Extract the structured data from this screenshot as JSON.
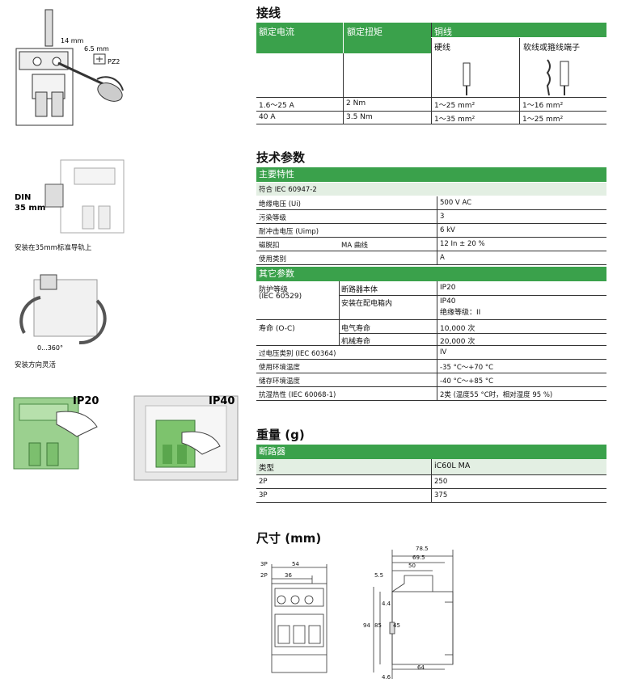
{
  "wiring": {
    "title": "接线",
    "col1": "额定电流",
    "col2": "额定扭矩",
    "col3": "铜线",
    "sub1": "硬线",
    "sub2": "软线或箍线端子",
    "rows": [
      {
        "current": "1.6～25 A",
        "torque": "2 Nm",
        "hard": "1～25 mm²",
        "soft": "1～16 mm²"
      },
      {
        "current": "40 A",
        "torque": "3.5 Nm",
        "hard": "1～35 mm²",
        "soft": "1～25 mm²"
      }
    ]
  },
  "left": {
    "wire_len": "14 mm",
    "screw_size": "6.5 mm",
    "pz": "PZ2",
    "din": "DIN",
    "din_mm": "35 mm",
    "caption1": "安装在35mm标准导轨上",
    "rotation": "0...360°",
    "caption2": "安装方向灵活",
    "ip20": "IP20",
    "ip40": "IP40"
  },
  "tech": {
    "title": "技术参数",
    "main_header": "主要特性",
    "standard": "符合 IEC 60947-2",
    "rows": [
      {
        "name": "绝缘电压 (Ui)",
        "sub": "",
        "value": "500 V AC"
      },
      {
        "name": "污染等级",
        "sub": "",
        "value": "3"
      },
      {
        "name": "耐冲击电压 (Uimp)",
        "sub": "",
        "value": "6 kV"
      },
      {
        "name": "磁脱扣",
        "sub": "MA 曲线",
        "value": "12 In ± 20 %"
      },
      {
        "name": "使用类别",
        "sub": "",
        "value": "A"
      }
    ],
    "other_header": "其它参数",
    "protection": "防护等级",
    "protection2": "(IEC 60529)",
    "prot_body": "断路器本体",
    "prot_body_val": "IP20",
    "prot_box": "安装在配电箱内",
    "prot_box_val": "IP40",
    "prot_box_val2": "绝缘等级：II",
    "life": "寿命 (O-C)",
    "life_elec": "电气寿命",
    "life_elec_val": "10,000 次",
    "life_mech": "机械寿命",
    "life_mech_val": "20,000 次",
    "rows2": [
      {
        "name": "过电压类别 (IEC 60364)",
        "value": "IV"
      },
      {
        "name": "使用环境温度",
        "value": "-35 °C～+70 °C"
      },
      {
        "name": "储存环境温度",
        "value": "-40 °C～+85 °C"
      },
      {
        "name": "抗湿热性 (IEC 60068-1)",
        "value": "2类 (温度55 °C时，相对湿度 95 %)"
      }
    ]
  },
  "weight": {
    "title": "重量 (g)",
    "header": "断路器",
    "type_label": "类型",
    "type_value": "iC60L MA",
    "rows": [
      {
        "name": "2P",
        "value": "250"
      },
      {
        "name": "3P",
        "value": "375"
      }
    ]
  },
  "dims": {
    "title": "尺寸 (mm)",
    "l3p": "3P",
    "l2p": "2P",
    "d54": "54",
    "d36": "36",
    "d785": "78.5",
    "d695": "69.5",
    "d50": "50",
    "d55": "5.5",
    "d44": "4.4",
    "d94": "94",
    "d85": "85",
    "d45": "45",
    "d64": "64",
    "d46": "4.6"
  }
}
